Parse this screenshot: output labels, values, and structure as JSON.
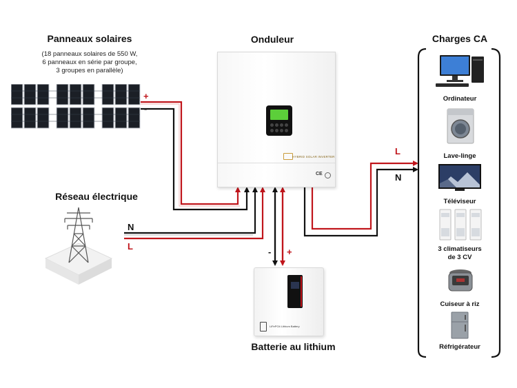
{
  "solar_panels": {
    "title": "Panneaux solaires",
    "note_lines": [
      "(18 panneaux solaires de 550 W,",
      "6 panneaux en série par groupe,",
      "3 groupes en parallèle)"
    ],
    "plus": "+",
    "minus": "-"
  },
  "inverter": {
    "title": "Onduleur",
    "brand_text": "HYBRID SOLAR INVERTER",
    "ce_mark": "CE"
  },
  "grid": {
    "title": "Réseau électrique",
    "n_label": "N",
    "l_label": "L"
  },
  "battery": {
    "title": "Batterie au lithium",
    "minus": "-",
    "plus": "+",
    "brand_text": "LiFePO4 Lithium Battery"
  },
  "ac_loads": {
    "title": "Charges CA",
    "l_label": "L",
    "n_label": "N",
    "items": [
      {
        "label_lines": [
          "Ordinateur"
        ],
        "icon": "computer-icon"
      },
      {
        "label_lines": [
          "Lave-linge"
        ],
        "icon": "washing-machine-icon"
      },
      {
        "label_lines": [
          "Téléviseur"
        ],
        "icon": "tv-icon"
      },
      {
        "label_lines": [
          "3 climatiseurs",
          "de 3 CV"
        ],
        "icon": "air-conditioner-icon"
      },
      {
        "label_lines": [
          "Cuiseur à riz"
        ],
        "icon": "rice-cooker-icon"
      },
      {
        "label_lines": [
          "Réfrigérateur"
        ],
        "icon": "refrigerator-icon"
      }
    ]
  },
  "colors": {
    "positive_wire": "#c0151b",
    "negative_wire": "#111111",
    "panel": "#1b1f26"
  }
}
